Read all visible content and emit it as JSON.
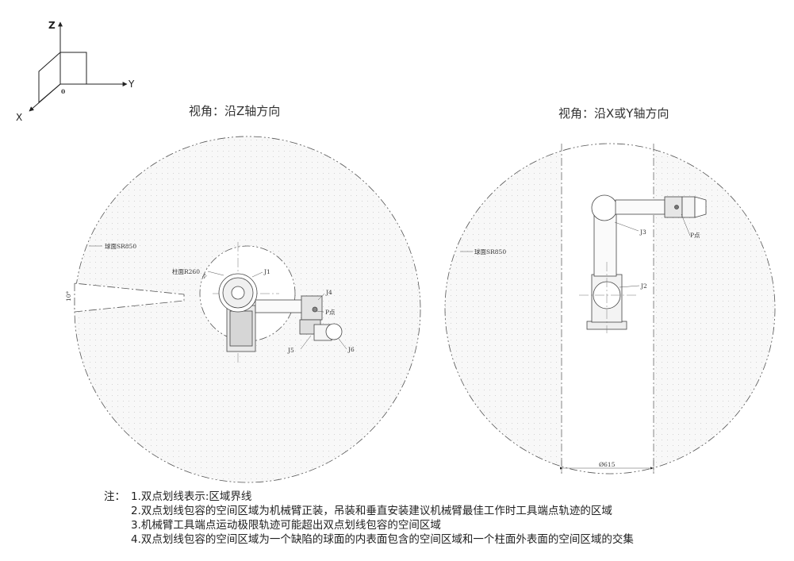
{
  "axes": {
    "z": "Z",
    "y": "Y",
    "x": "X",
    "origin": "0"
  },
  "views": {
    "top": {
      "title": "视角：沿Z轴方向",
      "sphere_label": "球面SR850",
      "cylinder_label": "柱面R260",
      "angle_label": "10°",
      "j1": "J1",
      "j4": "J4",
      "j5": "J5",
      "j6": "J6",
      "p": "P点"
    },
    "side": {
      "title": "视角：沿X或Y轴方向",
      "sphere_label": "球面SR850",
      "j2": "J2",
      "j3": "J3",
      "p": "P点",
      "dim_label": "Ø615"
    }
  },
  "notes": {
    "prefix": "注：",
    "items": [
      "1.双点划线表示:区域界线",
      "2.双点划线包容的空间区域为机械臂正装，吊装和垂直安装建议机械臂最佳工作时工具端点轨迹的区域",
      "3.机械臂工具端点运动极限轨迹可能超出双点划线包容的空间区域",
      "4.双点划线包容的空间区域为一个缺陷的球面的内表面包含的空间区域和一个柱面外表面的空间区域的交集"
    ]
  },
  "colors": {
    "line": "#555555",
    "region": "#f7f7f7",
    "robot": "#7a7a7a"
  }
}
